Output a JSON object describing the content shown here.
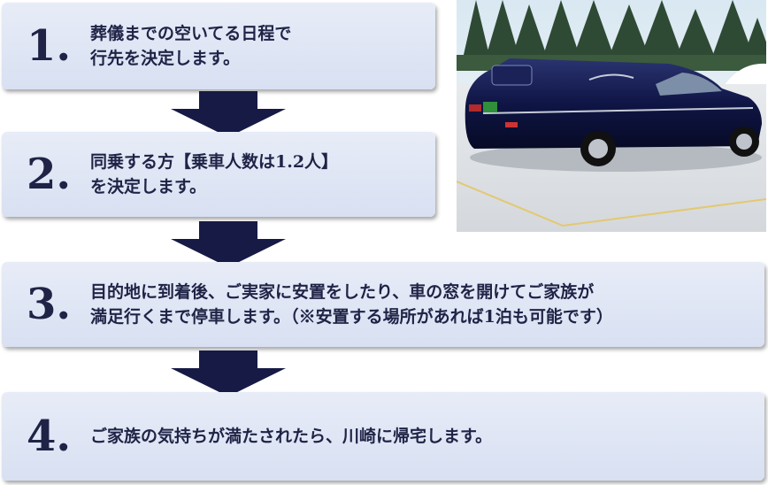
{
  "steps": [
    {
      "number": "1.",
      "lines": [
        "葬儀までの空いてる日程で",
        "行先を決定します。"
      ]
    },
    {
      "number": "2.",
      "lines": [
        "同乗する方【乗車人数は1.2人】",
        "を決定します。"
      ]
    },
    {
      "number": "3.",
      "lines": [
        "目的地に到着後、ご実家に安置をしたり、車の窓を開けてご家族が",
        "満足行くまで停車します。（※安置する場所があれば1泊も可能です）"
      ]
    },
    {
      "number": "4.",
      "lines": [
        "ご家族の気持ちが満たされたら、川崎に帰宅します。"
      ]
    }
  ],
  "colors": {
    "box": "#dbe2f3",
    "text": "#1f2346",
    "arrow": "#161a44"
  },
  "photo": {
    "subject": "hearse-car"
  }
}
